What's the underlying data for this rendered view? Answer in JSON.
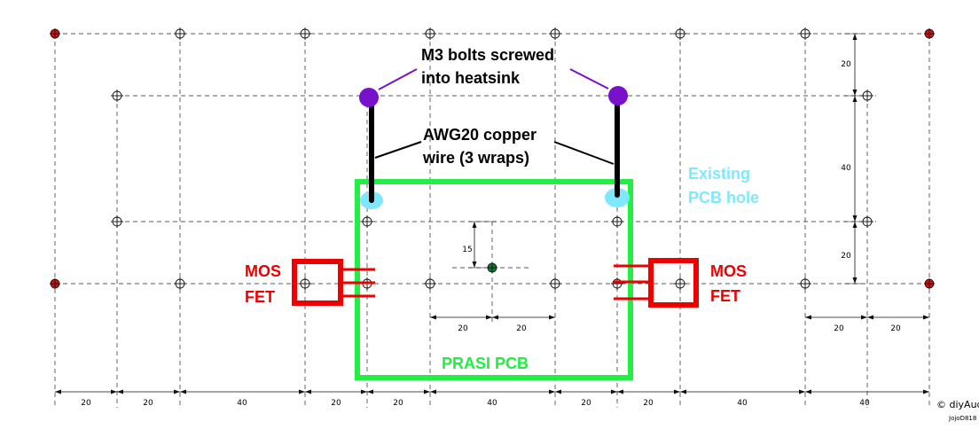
{
  "labels": {
    "bolts_line1": "M3 bolts screwed",
    "bolts_line2": "into heatsink",
    "wire_line1": "AWG20 copper",
    "wire_line2": "wire (3 wraps)",
    "hole_line1": "Existing",
    "hole_line2": "PCB hole",
    "mosfet_line1": "MOS",
    "mosfet_line2": "FET",
    "pcb": "PRASI PCB"
  },
  "dimensions": {
    "bottom": [
      "20",
      "20",
      "40",
      "20",
      "20",
      "40",
      "20",
      "20",
      "40",
      "40"
    ],
    "right_vertical": [
      "20",
      "40",
      "20"
    ],
    "lower_right": [
      "20",
      "20"
    ],
    "center_horizontal": [
      "20",
      "20"
    ],
    "center_vertical": "15"
  },
  "credits": {
    "copyright": "© diyAudi",
    "author": "JojoD818"
  },
  "colors": {
    "pcb_outline": "#22ee44",
    "bolt": "#7711cc",
    "wire": "#000000",
    "pcb_hole": "#7fe8ff",
    "mosfet": "#ee0000",
    "corner_hole": "#cc1111",
    "center_point": "#117733"
  }
}
